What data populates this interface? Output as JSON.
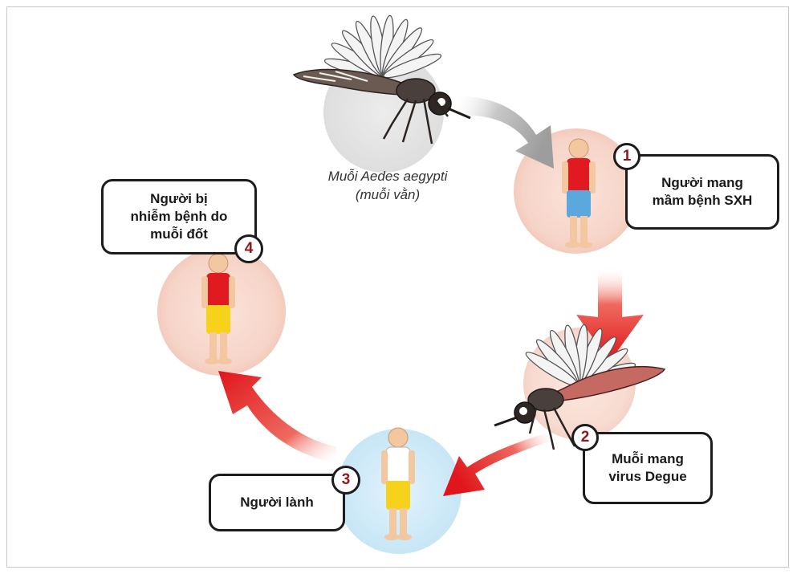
{
  "caption": {
    "line1": "Muỗi Aedes aegypti",
    "line2": "(muỗi vằn)"
  },
  "steps": [
    {
      "number": "1",
      "label": "Người mang\nmầm bệnh SXH"
    },
    {
      "number": "2",
      "label": "Muỗi mang\nvirus Degue"
    },
    {
      "number": "3",
      "label": "Người lành"
    },
    {
      "number": "4",
      "label": "Người bị\nnhiễm bệnh do\nmuỗi đốt"
    }
  ],
  "colors": {
    "arrow_red": "#e3161c",
    "arrow_grey": "#a9a9a9",
    "halo_pink": "#f8ddd4",
    "halo_blue": "#d2ebf8",
    "number_red": "#8b1a1a"
  },
  "icons": [
    "mosquito-icon",
    "person-icon",
    "cycle-arrow-icon"
  ]
}
